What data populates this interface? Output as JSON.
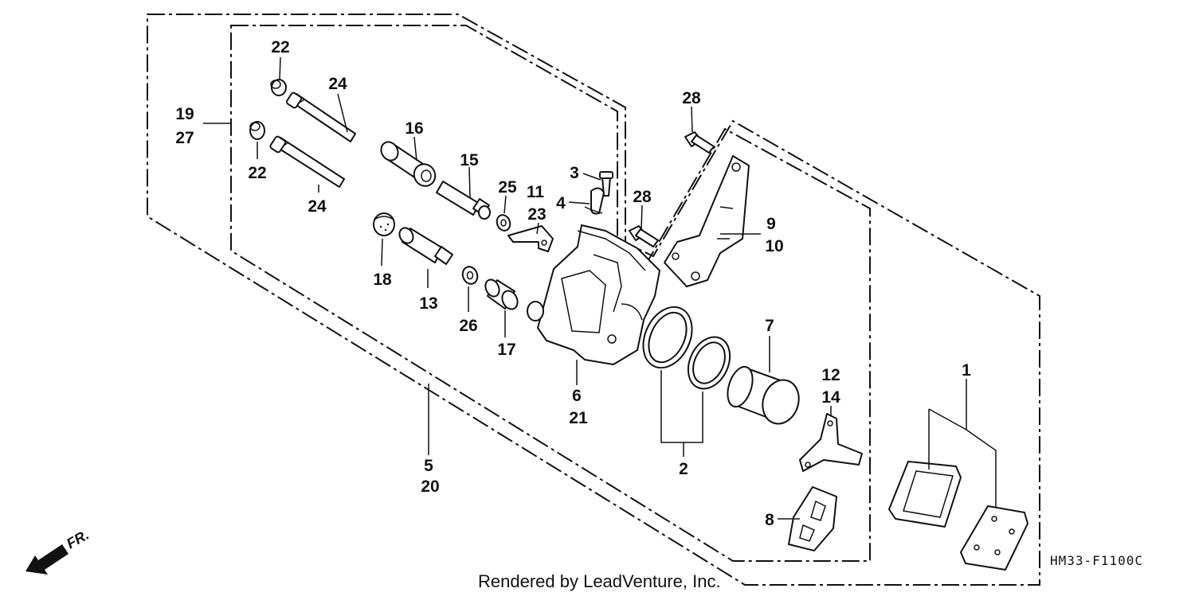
{
  "diagram": {
    "code": "HM33-F1100C",
    "credit": "Rendered by LeadVenture, Inc.",
    "direction_label": "FR.",
    "callouts": {
      "c1": "1",
      "c2": "2",
      "c3": "3",
      "c4": "4",
      "c5": "5",
      "c20": "20",
      "c6": "6",
      "c21": "21",
      "c7": "7",
      "c8": "8",
      "c9": "9",
      "c10": "10",
      "c11": "11",
      "c23": "23",
      "c12": "12",
      "c14": "14",
      "c13": "13",
      "c15": "15",
      "c16": "16",
      "c17": "17",
      "c18": "18",
      "c19": "19",
      "c27": "27",
      "c22a": "22",
      "c22b": "22",
      "c24a": "24",
      "c24b": "24",
      "c25": "25",
      "c26": "26",
      "c28a": "28",
      "c28b": "28"
    }
  }
}
